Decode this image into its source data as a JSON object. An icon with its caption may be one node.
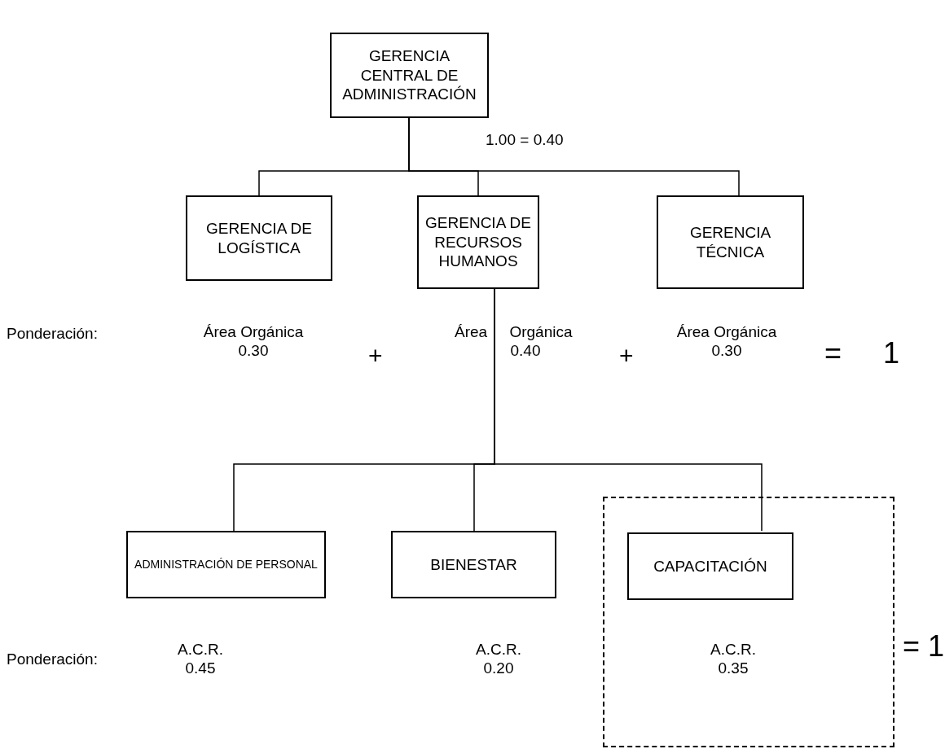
{
  "diagram": {
    "nodes": [
      {
        "text": [
          "GERENCIA CENTRAL DE ADMINISTRACIÓN"
        ],
        "beside": [
          "1.00 = 0.40"
        ]
      },
      {
        "text": [
          "GERENCIA DE LOGÍSTICA"
        ],
        "beside": [
          "Área Orgánica",
          "0.30"
        ]
      },
      {
        "text": [
          "GERENCIA DE RECURSOS HUMANOS"
        ],
        "beside": [
          "Área Orgánica",
          "0.40"
        ]
      },
      {
        "text": [
          "GERENCIA TÉCNICA"
        ],
        "beside": [
          "Área Orgánica",
          "0.30"
        ]
      },
      {
        "text": [
          "ADMINISTRACIÓN DE PERSONAL"
        ],
        "beside": [
          "A.C.R.",
          "0.45"
        ]
      },
      {
        "text": [
          "BIENESTAR"
        ],
        "beside": [
          "A.C.R.",
          "0.20"
        ]
      },
      {
        "text": [],
        "shape": "box"
      },
      {
        "text": [
          "CAPACITACIÓN"
        ],
        "in": 6,
        "beside": [
          "A.C.R.",
          "0.35"
        ]
      }
    ],
    "edges": [
      {
        "from": 0,
        "to": 1,
        "arrow": "none"
      },
      {
        "from": 0,
        "to": 2,
        "arrow": "none"
      },
      {
        "from": 0,
        "to": 3,
        "arrow": "none"
      },
      {
        "from": 2,
        "to": 4,
        "arrow": "none"
      },
      {
        "from": 2,
        "to": 5,
        "arrow": "none"
      },
      {
        "from": 2,
        "to": 7,
        "arrow": "none"
      }
    ],
    "labels": [
      "Ponderación:",
      "+",
      "+",
      "=",
      "1",
      "Ponderación:",
      "= 1"
    ]
  }
}
